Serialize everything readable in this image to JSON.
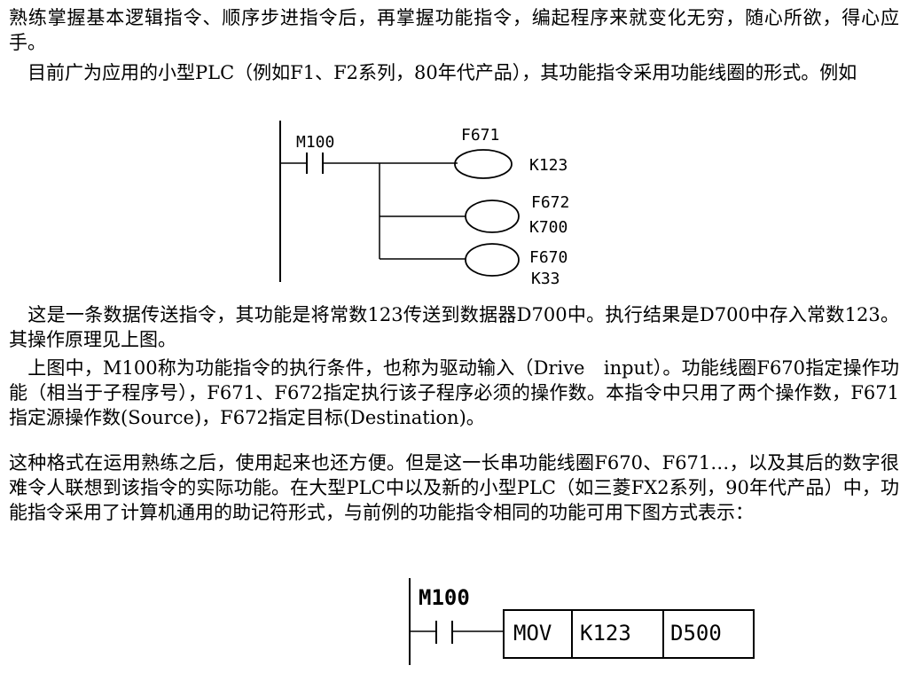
{
  "paragraphs": {
    "p1": "熟练掌握基本逻辑指令、顺序步进指令后，再掌握功能指令，编起程序来就变化无穷，随心所欲，得心应手。",
    "p2": "　目前广为应用的小型PLC（例如F1、F2系列，80年代产品），其功能指令采用功能线圈的形式。例如",
    "p3": "　这是一条数据传送指令，其功能是将常数123传送到数据器D700中。执行结果是D700中存入常数123。其操作原理见上图。",
    "p4": "　上图中，M100称为功能指令的执行条件，也称为驱动输入（Drive　input）。功能线圈F670指定操作功能（相当于子程序号），F671、F672指定执行该子程序必须的操作数。本指令中只用了两个操作数，F671指定源操作数(Source)，F672指定目标(Destination)。",
    "p5": "这种格式在运用熟练之后，使用起来也还方便。但是这一长串功能线圈F670、F671…，以及其后的数字很难令人联想到该指令的实际功能。在大型PLC中以及新的小型PLC（如三菱FX2系列，90年代产品）中，功能指令采用了计算机通用的助记符形式，与前例的功能指令相同的功能可用下图方式表示："
  },
  "diagram1": {
    "contact_label": "M100",
    "coil1_name": "F671",
    "coil1_value": "K123",
    "coil2_name": "F672",
    "coil2_value": "K700",
    "coil3_name": "F670",
    "coil3_value": "K33"
  },
  "diagram2": {
    "contact_label": "M100",
    "op": "MOV",
    "src": "K123",
    "dst": "D500"
  }
}
